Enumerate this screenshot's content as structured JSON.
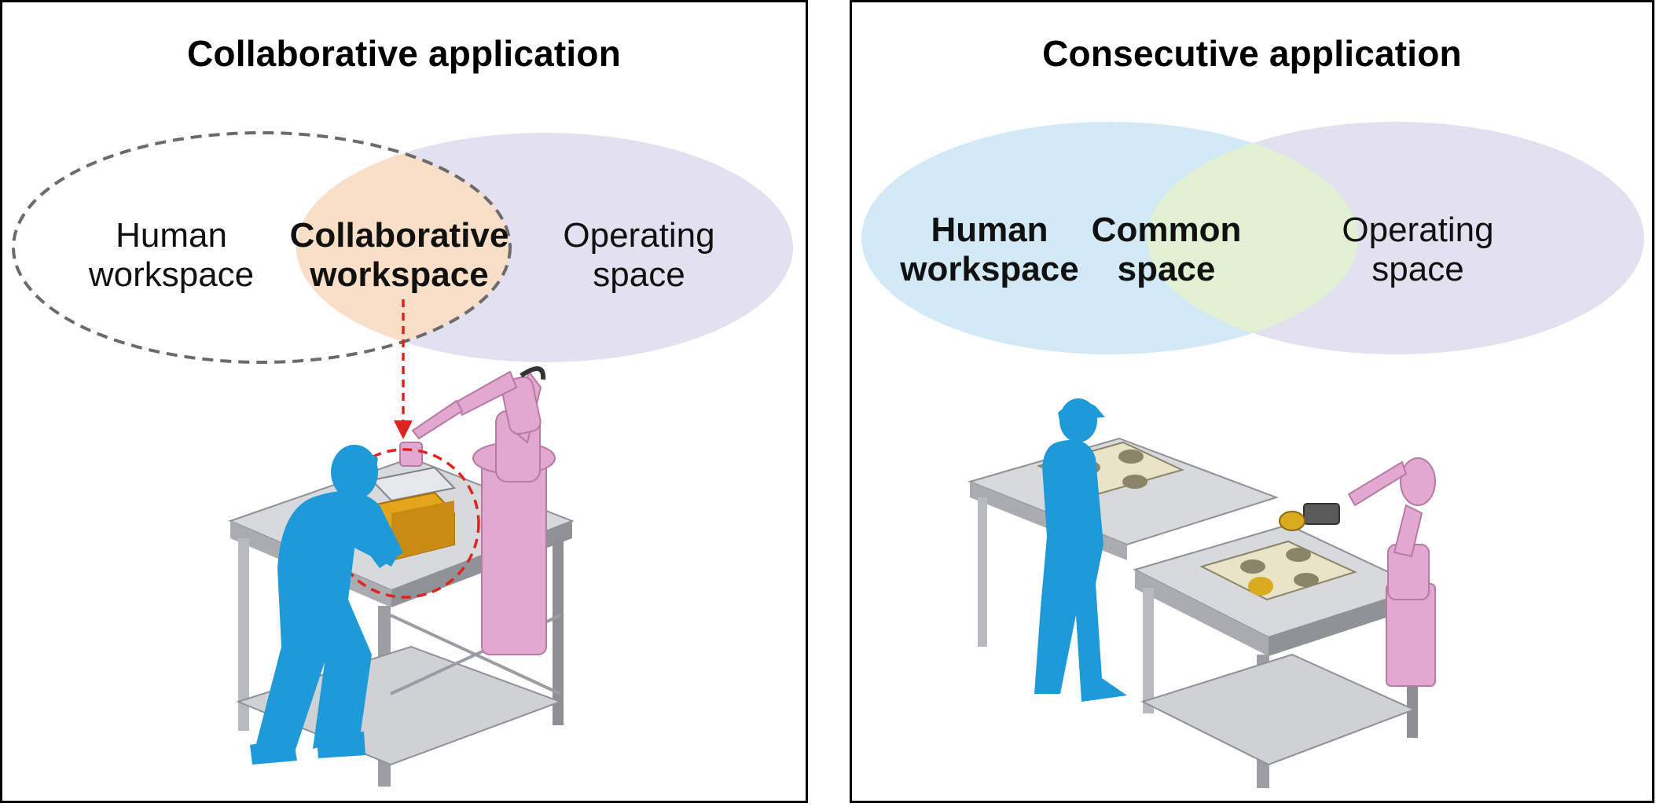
{
  "panels": [
    {
      "title": "Collaborative application",
      "labels": {
        "human": [
          "Human",
          "workspace"
        ],
        "collab": [
          "Collaborative",
          "workspace"
        ],
        "operating": [
          "Operating",
          "space"
        ]
      }
    },
    {
      "title": "Consecutive application",
      "labels": {
        "human": [
          "Human",
          "workspace"
        ],
        "common": [
          "Common",
          "space"
        ],
        "operating": [
          "Operating",
          "space"
        ]
      }
    }
  ],
  "colors": {
    "human_space": "#d3eaf6",
    "operating_space": "#e3e0ef",
    "collab_space": "#f9dfc8",
    "common_space": "#e2f0d3",
    "person": "#1f9ad9",
    "robot": "#e2a8cf",
    "arrow": "#e0231f",
    "table": "#b9bcc0"
  }
}
